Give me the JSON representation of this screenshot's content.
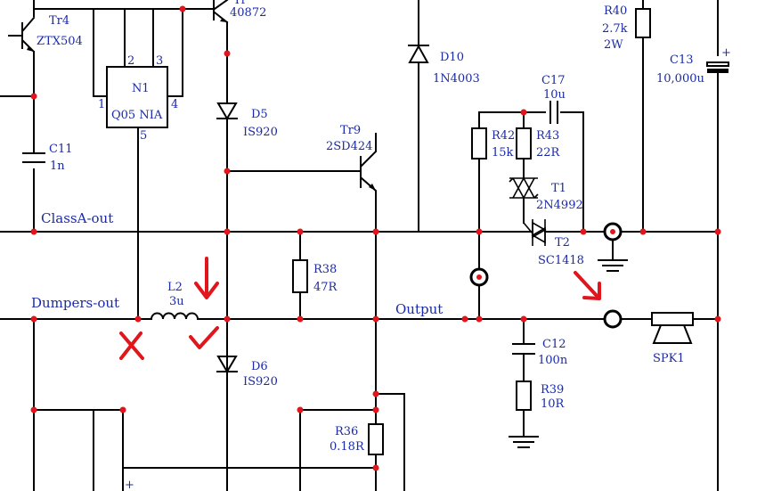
{
  "components": {
    "tr4": {
      "ref": "Tr4",
      "value": "ZTX504"
    },
    "tr_top": {
      "ref": "Tr",
      "value": "40872"
    },
    "n1": {
      "ref": "N1",
      "value": "Q05 NIA",
      "pins": [
        "1",
        "2",
        "3",
        "4",
        "5"
      ]
    },
    "c11": {
      "ref": "C11",
      "value": "1n"
    },
    "d5": {
      "ref": "D5",
      "value": "IS920"
    },
    "d10": {
      "ref": "D10",
      "value": "1N4003"
    },
    "tr9": {
      "ref": "Tr9",
      "value": "2SD424"
    },
    "r40": {
      "ref": "R40",
      "value": "2.7k",
      "rating": "2W"
    },
    "c13": {
      "ref": "C13",
      "value": "10,000u",
      "polarity": "+"
    },
    "c17": {
      "ref": "C17",
      "value": "10u"
    },
    "r42": {
      "ref": "R42",
      "value": "15k"
    },
    "r43": {
      "ref": "R43",
      "value": "22R"
    },
    "t1": {
      "ref": "T1",
      "value": "2N4992"
    },
    "t2": {
      "ref": "T2",
      "value": "SC1418"
    },
    "r38": {
      "ref": "R38",
      "value": "47R"
    },
    "l2": {
      "ref": "L2",
      "value": "3u"
    },
    "d6": {
      "ref": "D6",
      "value": "IS920"
    },
    "c12": {
      "ref": "C12",
      "value": "100n"
    },
    "r39": {
      "ref": "R39",
      "value": "10R"
    },
    "spk1": {
      "ref": "SPK1"
    },
    "r36": {
      "ref": "R36",
      "value": "0.18R"
    },
    "cap_bottom": {
      "polarity": "+"
    }
  },
  "nets": {
    "class_a_out": "ClassA-out",
    "dumpers_out": "Dumpers-out",
    "output": "Output"
  },
  "colors": {
    "wire": "#000000",
    "label": "#1a2aa8",
    "junction": "#e0161c",
    "annotation": "#e0161c"
  }
}
